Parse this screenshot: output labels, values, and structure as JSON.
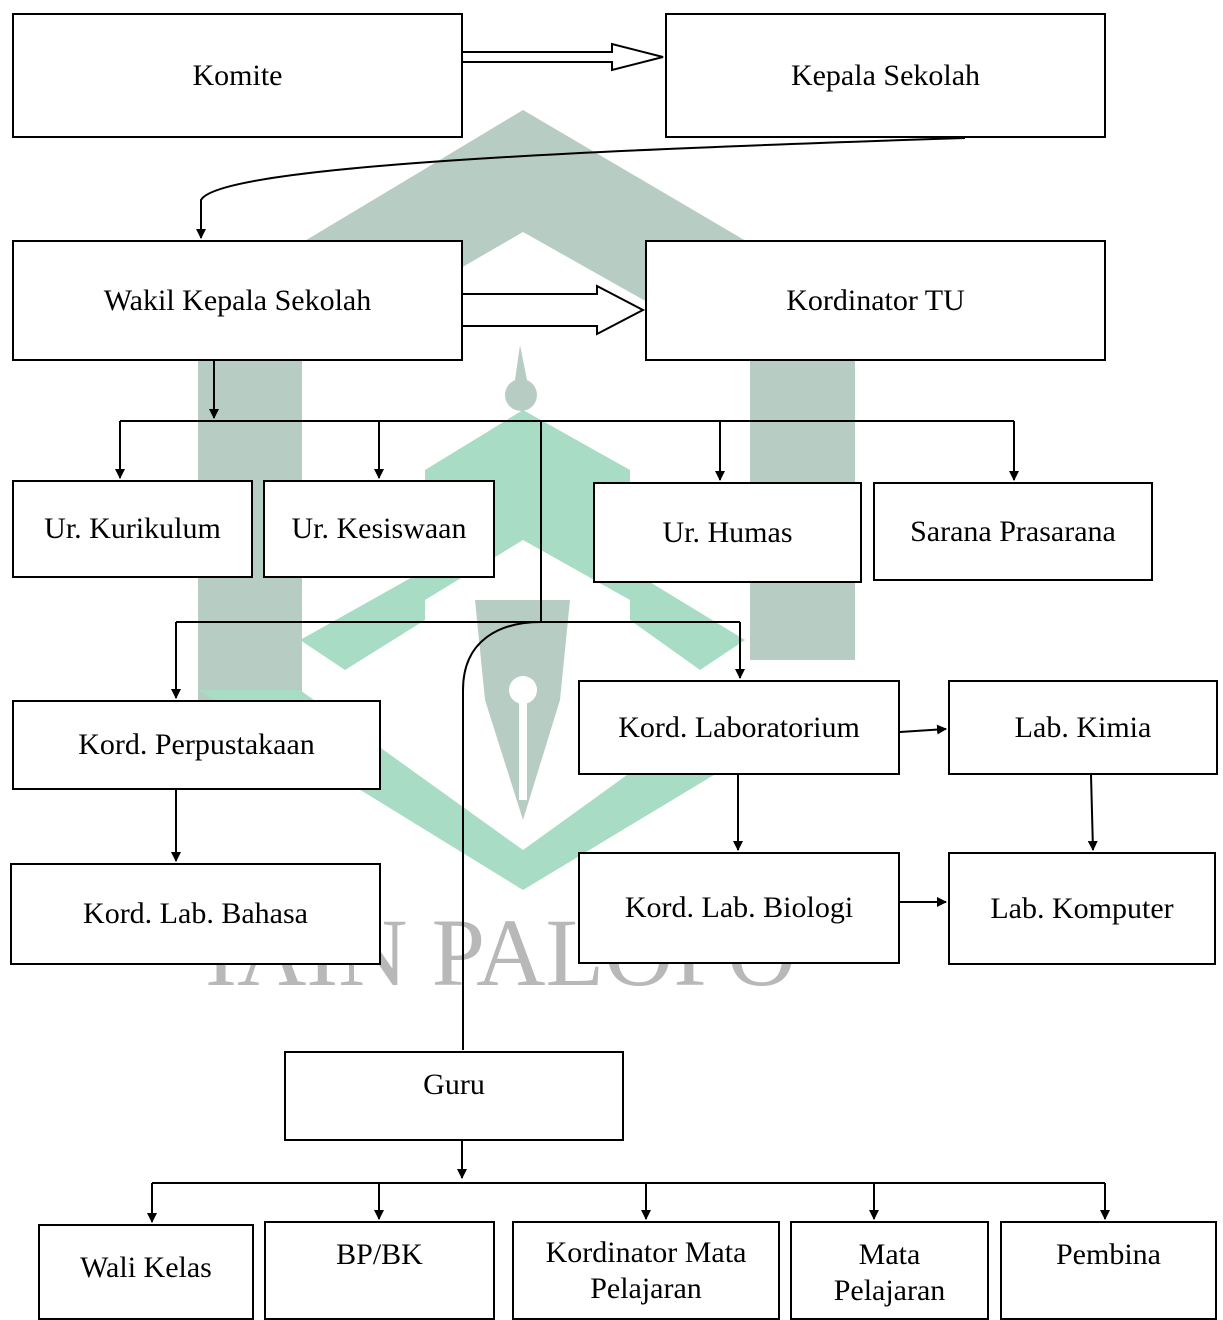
{
  "watermark": {
    "text": "IAIN PALOPO",
    "primary_color": "#b7cdc3",
    "accent_color": "#a8dcc4"
  },
  "nodes": {
    "komite": "Komite",
    "kepala_sekolah": "Kepala Sekolah",
    "wakil_kepala_sekolah": "Wakil Kepala Sekolah",
    "kordinator_tu": "Kordinator TU",
    "ur_kurikulum": "Ur. Kurikulum",
    "ur_kesiswaan": "Ur. Kesiswaan",
    "ur_humas": "Ur. Humas",
    "sarana_prasarana": "Sarana Prasarana",
    "kord_perpustakaan": "Kord. Perpustakaan",
    "kord_laboratorium": "Kord. Laboratorium",
    "lab_kimia": "Lab. Kimia",
    "kord_lab_bahasa": "Kord. Lab. Bahasa",
    "kord_lab_biologi": "Kord. Lab. Biologi",
    "lab_komputer": "Lab. Komputer",
    "guru": "Guru",
    "wali_kelas": "Wali Kelas",
    "bp_bk": "BP/BK",
    "kordinator_mata_pelajaran": "Kordinator Mata\nPelajaran",
    "mata_pelajaran": "Mata\nPelajaran",
    "pembina": "Pembina"
  }
}
